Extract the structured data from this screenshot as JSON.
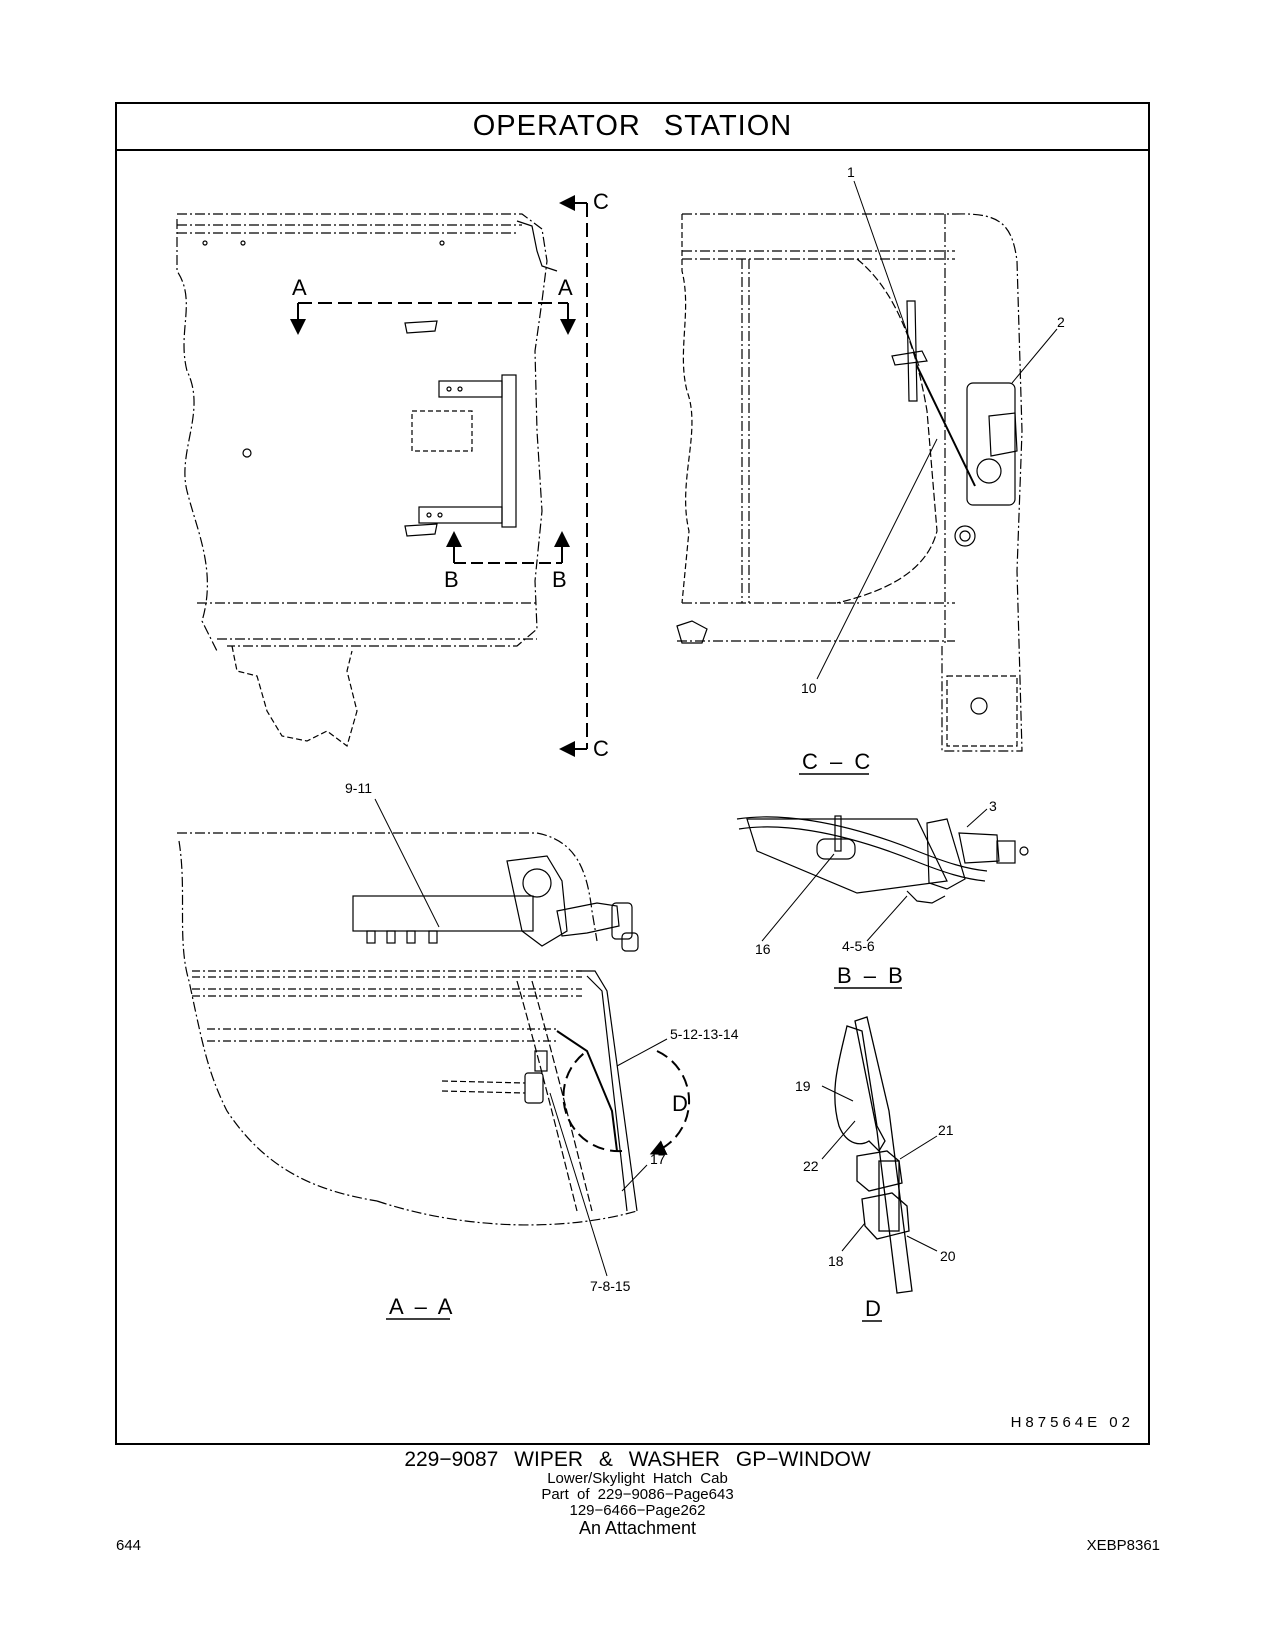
{
  "header": {
    "title": "OPERATOR STATION"
  },
  "views": {
    "cc": "C – C",
    "bb": "B – B",
    "aa": "A – A",
    "d": "D"
  },
  "section_marks": {
    "a": "A",
    "b": "B",
    "c": "C",
    "d": "D"
  },
  "callouts": {
    "c1": "1",
    "c2": "2",
    "c10": "10",
    "c3": "3",
    "c16": "16",
    "c456": "4-5-6",
    "c911": "9-11",
    "c5121314": "5-12-13-14",
    "c17": "17",
    "c7815": "7-8-15",
    "c19": "19",
    "c21": "21",
    "c22": "22",
    "c18": "18",
    "c20": "20"
  },
  "illustration_id": "H87564E 02",
  "caption": {
    "title": "229−9087 WIPER & WASHER GP−WINDOW",
    "line1": "Lower/Skylight Hatch Cab",
    "line2": "Part of 229−9086−Page643",
    "line3": "129−6466−Page262",
    "line4": "An Attachment"
  },
  "footer": {
    "page_number": "644",
    "document_code": "XEBP8361"
  }
}
